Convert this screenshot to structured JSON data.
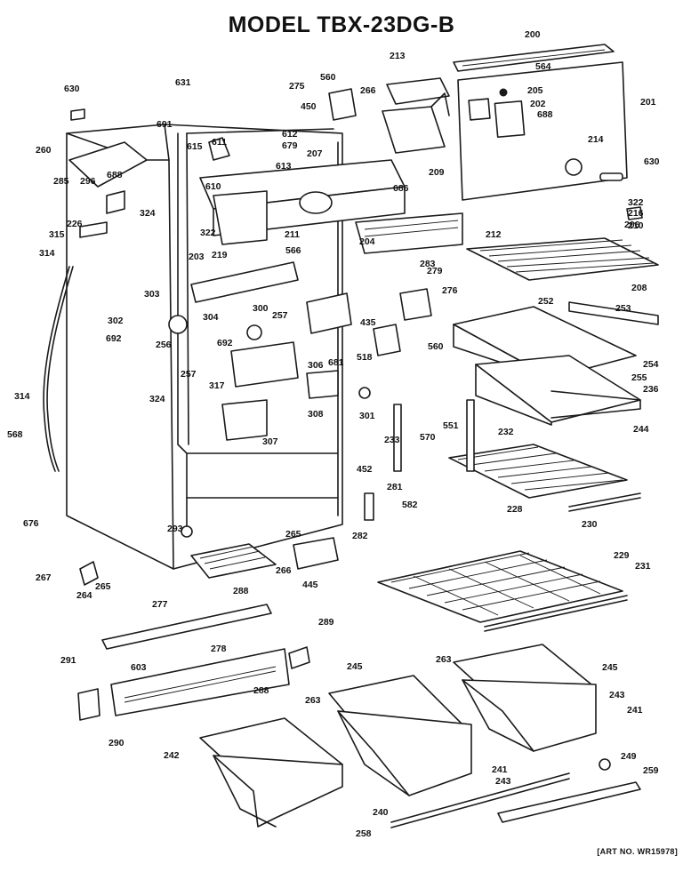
{
  "title": "MODEL TBX-23DG-B",
  "art_number": "[ART NO. WR15978]",
  "callouts": [
    "200",
    "564",
    "201",
    "205",
    "202",
    "688",
    "214",
    "630",
    "213",
    "266",
    "560",
    "275",
    "450",
    "631",
    "630",
    "691",
    "611",
    "612",
    "679",
    "613",
    "207",
    "686",
    "615",
    "610",
    "688",
    "260",
    "285",
    "296",
    "324",
    "209",
    "322",
    "216",
    "210",
    "206",
    "226",
    "315",
    "314",
    "322",
    "211",
    "566",
    "219",
    "212",
    "204",
    "283",
    "279",
    "208",
    "203",
    "692",
    "276",
    "303",
    "304",
    "302",
    "300",
    "257",
    "692",
    "256",
    "435",
    "560",
    "252",
    "253",
    "257",
    "306",
    "681",
    "518",
    "254",
    "255",
    "236",
    "324",
    "317",
    "308",
    "301",
    "314",
    "568",
    "233",
    "570",
    "551",
    "232",
    "244",
    "307",
    "452",
    "281",
    "582",
    "282",
    "228",
    "230",
    "293",
    "265",
    "676",
    "266",
    "445",
    "267",
    "264",
    "265",
    "288",
    "229",
    "231",
    "277",
    "289",
    "278",
    "291",
    "603",
    "288",
    "245",
    "263",
    "263",
    "245",
    "243",
    "241",
    "290",
    "242",
    "241",
    "243",
    "249",
    "259",
    "240",
    "258"
  ]
}
